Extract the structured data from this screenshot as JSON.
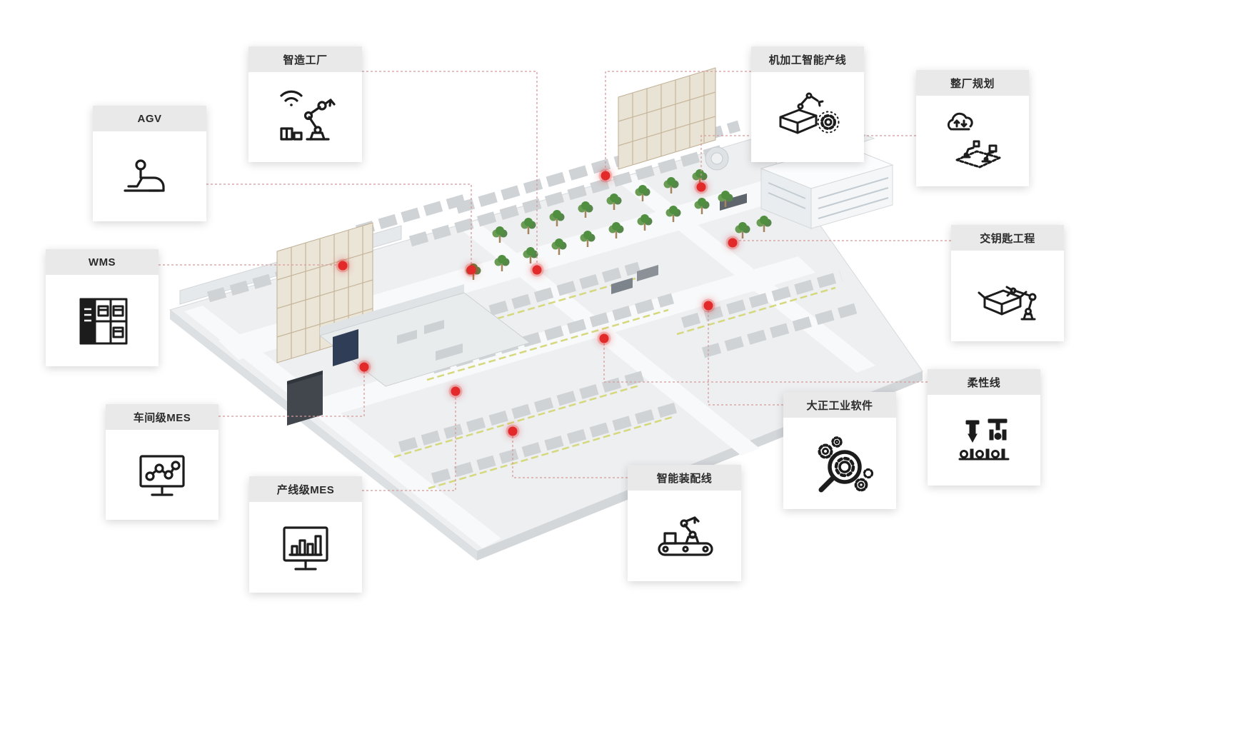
{
  "cards": [
    {
      "id": "smart-factory",
      "label": "智造工厂",
      "icon": "smart-factory-icon"
    },
    {
      "id": "agv",
      "label": "AGV",
      "icon": "agv-icon"
    },
    {
      "id": "wms",
      "label": "WMS",
      "icon": "warehouse-icon"
    },
    {
      "id": "workshop-mes",
      "label": "车间级MES",
      "icon": "workshop-mes-icon"
    },
    {
      "id": "line-mes",
      "label": "产线级MES",
      "icon": "line-mes-icon"
    },
    {
      "id": "assembly-line",
      "label": "智能装配线",
      "icon": "assembly-line-icon"
    },
    {
      "id": "industrial-software",
      "label": "大正工业软件",
      "icon": "software-gears-icon"
    },
    {
      "id": "flexible-line",
      "label": "柔性线",
      "icon": "flexible-line-icon"
    },
    {
      "id": "turnkey",
      "label": "交钥匙工程",
      "icon": "turnkey-robot-icon"
    },
    {
      "id": "plant-planning",
      "label": "整厂规划",
      "icon": "plant-planning-icon"
    },
    {
      "id": "machining-line",
      "label": "机加工智能产线",
      "icon": "machining-robot-icon"
    }
  ],
  "colors": {
    "background": "#ffffff",
    "card_header_bg": "#e9e9e9",
    "card_bg": "#ffffff",
    "hotspot": "#e22a2a",
    "connector": "#d89a9a"
  }
}
